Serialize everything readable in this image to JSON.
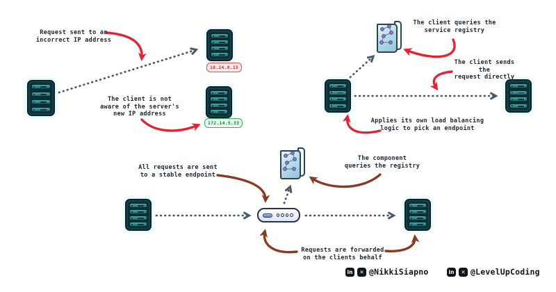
{
  "panels": {
    "no_discovery": {
      "label_incorrect": "Request sent to an\nincorrect IP address",
      "label_not_aware": "The client is not\naware of the server's\nnew IP address",
      "ip_wrong": "10.24.8.15",
      "ip_new": "172.14.5.33"
    },
    "client_side": {
      "label_queries": "The client queries the\nservice registry",
      "label_sends": "The client sends the\nrequest directly",
      "label_load_balancing": "Applies its own load balancing\nlogic to pick an endpoint"
    },
    "server_side": {
      "label_stable": "All requests are sent\nto a stable endpoint",
      "label_component": "The component\nqueries the registry",
      "label_forwarded": "Requests are forwarded\non the clients behalf"
    }
  },
  "footer": {
    "linkedin_glyph": "in",
    "x_glyph": "✕",
    "handles": [
      {
        "label": "@NikkiSiapno"
      },
      {
        "label": "@LevelUpCoding"
      }
    ]
  },
  "colors": {
    "red_arrow": "#e02433",
    "brown_arrow": "#8a3a20",
    "dotted_line": "#4b5a68",
    "badge_wrong_border": "#d9534a",
    "badge_new_border": "#2eb360",
    "server_body": "#0e2e37",
    "server_bay": "#2f8f8f",
    "registry_cover": "#b9dde9",
    "lb_border": "#24324a"
  }
}
